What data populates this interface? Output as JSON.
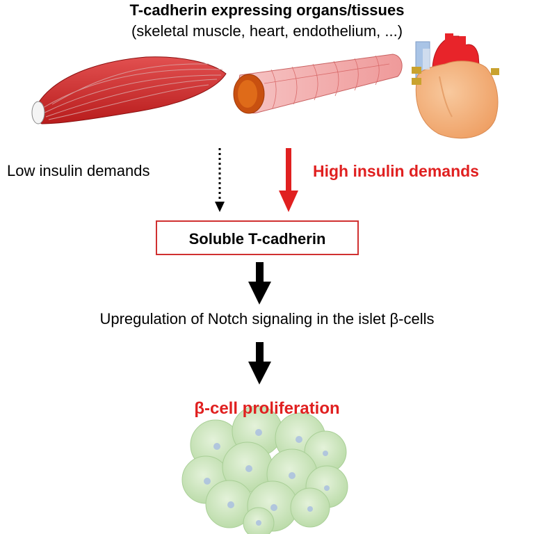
{
  "title": "T-cadherin expressing organs/tissues",
  "subtitle": "(skeletal muscle, heart, endothelium, ...)",
  "low_label": "Low insulin demands",
  "high_label": "High insulin demands",
  "box_label": "Soluble T-cadherin",
  "step_label": "Upregulation of Notch signaling in the islet β-cells",
  "result_label": "β-cell proliferation",
  "colors": {
    "accent_red": "#e02020",
    "muscle_red": "#cc2a2a",
    "heart_orange": "#f3b07f",
    "cell_green": "#cfe6bf"
  }
}
